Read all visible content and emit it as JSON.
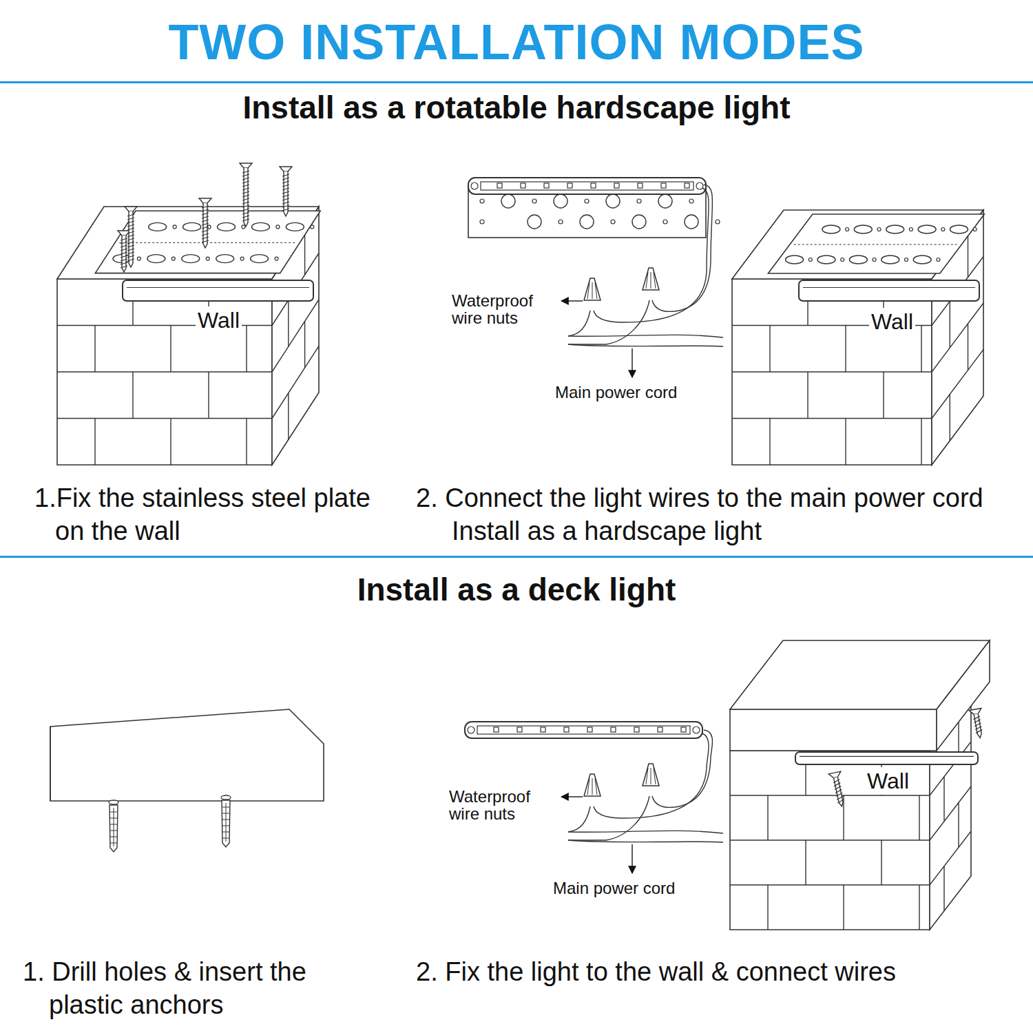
{
  "diagram": {
    "title": "TWO INSTALLATION MODES",
    "labels": [
      "Install as a rotatable hardscape light",
      "Wall",
      "Waterproof wire nuts",
      "Wall",
      "Main power cord",
      "1.Fix the stainless steel plate on the wall",
      "2. Connect the light wires to the main power cord Install as a hardscape light",
      "Install as a deck light",
      "Waterproof wire nuts",
      "Wall",
      "Main power cord",
      "1. Drill holes & insert the plastic anchors",
      "2. Fix the light to the wall & connect wires"
    ]
  }
}
